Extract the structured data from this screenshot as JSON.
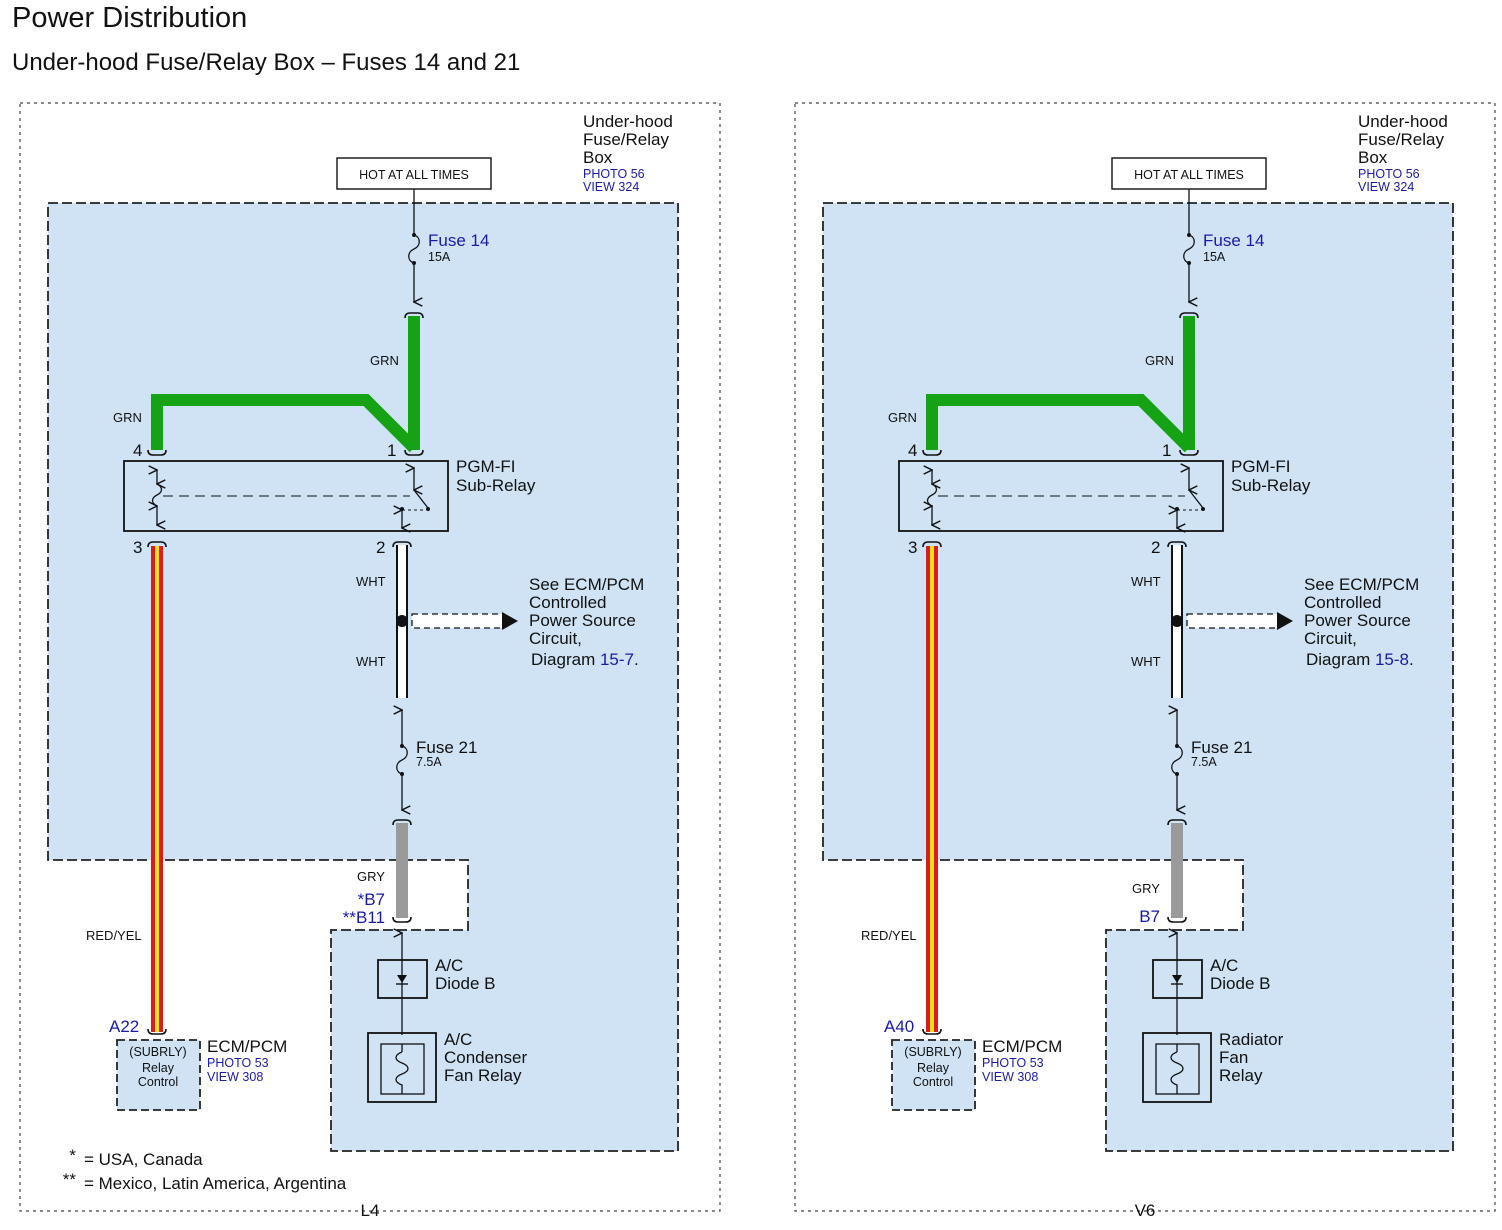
{
  "header": {
    "title": "Power Distribution",
    "subtitle": "Under-hood Fuse/Relay Box – Fuses 14 and 21"
  },
  "colors": {
    "box_fill": "#cfe3f5",
    "green_wire": "#15a315",
    "gray_wire": "#9a9a9a",
    "red_wire": "#d81d1d",
    "yellow_stripe": "#f2e11a",
    "ref_blue": "#1a1aa8"
  },
  "panels": [
    {
      "label": "L4",
      "hot_label": "HOT AT ALL TIMES",
      "box_label": [
        "Under-hood",
        "Fuse/Relay",
        "Box"
      ],
      "box_photo": "PHOTO 56",
      "box_view": "VIEW 324",
      "fuse14_name": "Fuse 14",
      "fuse14_rating": "15A",
      "wire_grn_a": "GRN",
      "wire_grn_b": "GRN",
      "pin4": "4",
      "pin1": "1",
      "pin3": "3",
      "pin2": "2",
      "relay_label": [
        "PGM-FI",
        "Sub-Relay"
      ],
      "wire_wht_a": "WHT",
      "wire_wht_b": "WHT",
      "see_text": [
        "See ECM/PCM",
        "Controlled",
        "Power Source",
        "Circuit,"
      ],
      "diagram_prefix": "Diagram ",
      "diagram_ref": "15-7",
      "diagram_suffix": ".",
      "fuse21_name": "Fuse 21",
      "fuse21_rating": "7.5A",
      "wire_gry": "GRY",
      "conn_b": [
        "*B7",
        "**B11"
      ],
      "wire_redyel": "RED/YEL",
      "conn_a": "A22",
      "ecm_label": "ECM/PCM",
      "ecm_photo": "PHOTO 53",
      "ecm_view": "VIEW 308",
      "subrly": "(SUBRLY)",
      "relay_control": [
        "Relay",
        "Control"
      ],
      "diode_label": [
        "A/C",
        "Diode B"
      ],
      "fan_relay_label": [
        "A/C",
        "Condenser",
        "Fan Relay"
      ],
      "footnotes": [
        {
          "mark": "*",
          "text": "USA, Canada"
        },
        {
          "mark": "**",
          "text": "Mexico, Latin America, Argentina"
        }
      ]
    },
    {
      "label": "V6",
      "hot_label": "HOT AT ALL TIMES",
      "box_label": [
        "Under-hood",
        "Fuse/Relay",
        "Box"
      ],
      "box_photo": "PHOTO 56",
      "box_view": "VIEW 324",
      "fuse14_name": "Fuse 14",
      "fuse14_rating": "15A",
      "wire_grn_a": "GRN",
      "wire_grn_b": "GRN",
      "pin4": "4",
      "pin1": "1",
      "pin3": "3",
      "pin2": "2",
      "relay_label": [
        "PGM-FI",
        "Sub-Relay"
      ],
      "wire_wht_a": "WHT",
      "wire_wht_b": "WHT",
      "see_text": [
        "See ECM/PCM",
        "Controlled",
        "Power Source",
        "Circuit,"
      ],
      "diagram_prefix": "Diagram ",
      "diagram_ref": "15-8",
      "diagram_suffix": ".",
      "fuse21_name": "Fuse 21",
      "fuse21_rating": "7.5A",
      "wire_gry": "GRY",
      "conn_b": [
        "B7"
      ],
      "wire_redyel": "RED/YEL",
      "conn_a": "A40",
      "ecm_label": "ECM/PCM",
      "ecm_photo": "PHOTO 53",
      "ecm_view": "VIEW 308",
      "subrly": "(SUBRLY)",
      "relay_control": [
        "Relay",
        "Control"
      ],
      "diode_label": [
        "A/C",
        "Diode B"
      ],
      "fan_relay_label": [
        "Radiator",
        "Fan",
        "Relay"
      ],
      "footnotes": []
    }
  ]
}
